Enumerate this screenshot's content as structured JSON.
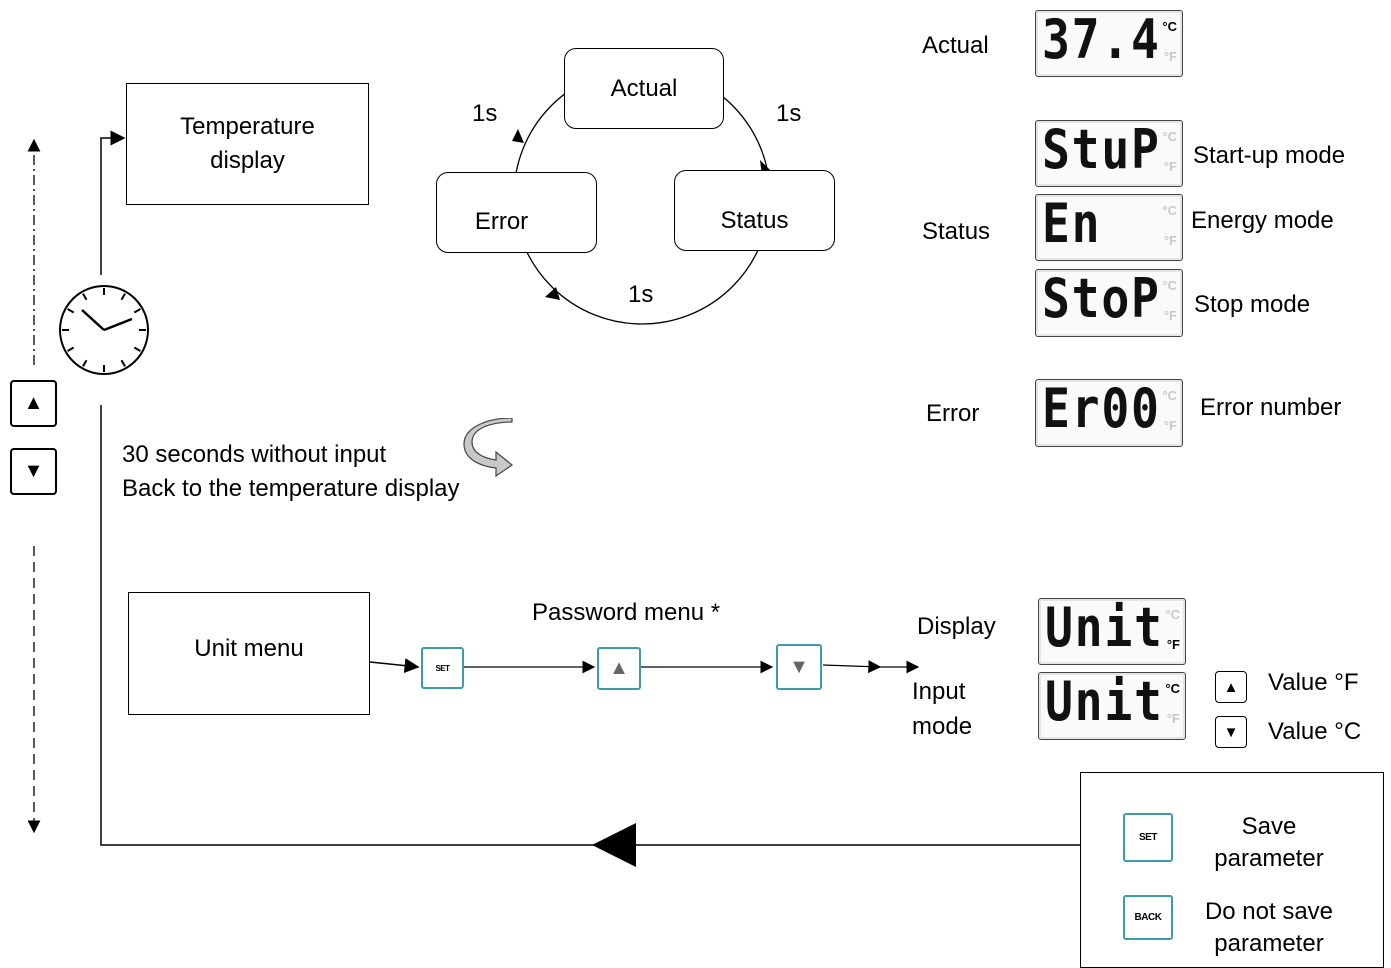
{
  "flow": {
    "temperature_display": "Temperature display",
    "unit_menu": "Unit menu",
    "timeout_line1": "30 seconds without input",
    "timeout_line2": "Back to the temperature display",
    "password_menu": "Password menu *"
  },
  "cycle": {
    "actual": "Actual",
    "status": "Status",
    "error": "Error",
    "t1": "1s",
    "t2": "1s",
    "t3": "1s"
  },
  "displays": {
    "actual_label": "Actual",
    "status_label": "Status",
    "error_label": "Error",
    "actual_value": "37.4",
    "stup_value": "StuP",
    "en_value": "En",
    "stop_value": "StoP",
    "err_value": "Er00",
    "startup_mode": "Start-up mode",
    "energy_mode": "Energy mode",
    "stop_mode": "Stop mode",
    "error_number": "Error number",
    "unit_c": "°C",
    "unit_f": "°F"
  },
  "unit_settings": {
    "display_label": "Display",
    "input_label_line1": "Input",
    "input_label_line2": "mode",
    "unit_value": "Unit",
    "value_f": "Value °F",
    "value_c": "Value °C"
  },
  "keys": {
    "set": "SET",
    "back": "BACK",
    "up_icon": "up-arrow-icon",
    "down_icon": "down-arrow-icon"
  },
  "legend": {
    "save_line1": "Save",
    "save_line2": "parameter",
    "nosave_line1": "Do not save",
    "nosave_line2": "parameter"
  },
  "colors": {
    "teal_key_border": "#3b9ea6",
    "lcd_off_segment": "#c8c8c8"
  }
}
